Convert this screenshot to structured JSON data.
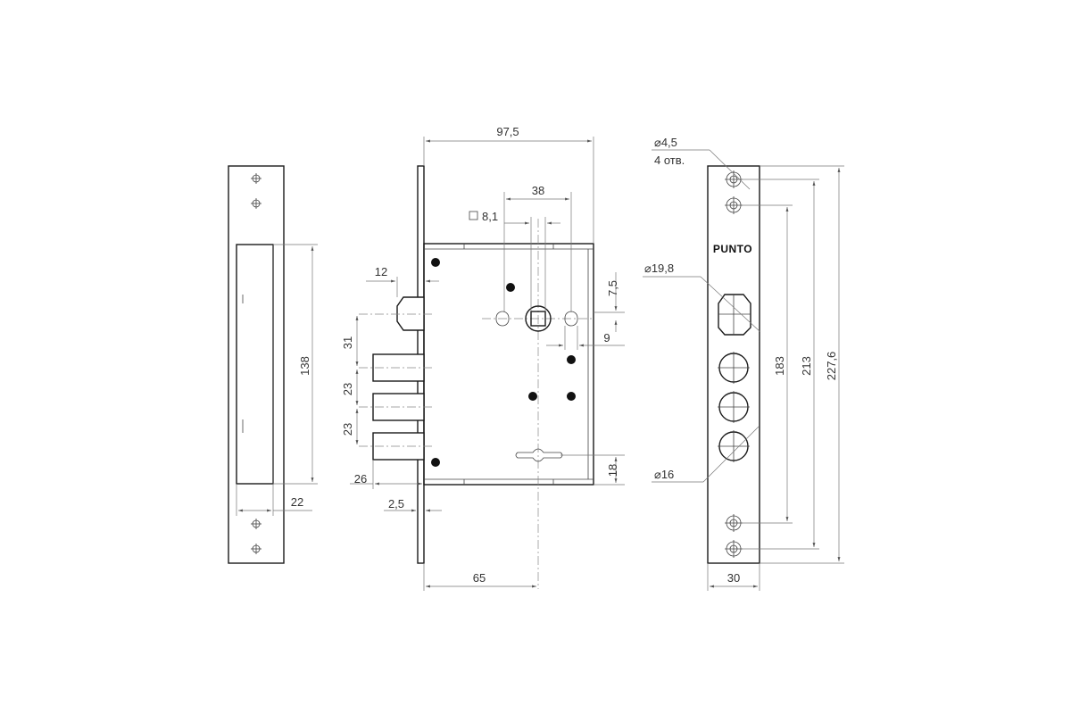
{
  "brand": "PUNTO",
  "dimensions": {
    "overall_depth": "97,5",
    "spindle_to_cylinder": "38",
    "square_spindle": "8,1",
    "latch_projection": "12",
    "spindle_offset_top": "7,5",
    "spindle_offset_side": "9",
    "bolt_spacing_1": "31",
    "bolt_spacing_2": "23",
    "bolt_spacing_3": "23",
    "bolt_projection": "26",
    "faceplate_thickness": "2,5",
    "keyhole_offset": "18",
    "backset": "65",
    "strike_height": "138",
    "strike_width": "22",
    "screw_hole_diameter": "4,5",
    "screw_hole_count": "4 отв.",
    "spindle_hole_diameter": "19,8",
    "bolt_hole_diameter": "16",
    "inner_screw_spacing": "183",
    "outer_screw_spacing": "213",
    "faceplate_height": "227,6",
    "faceplate_width": "30"
  }
}
